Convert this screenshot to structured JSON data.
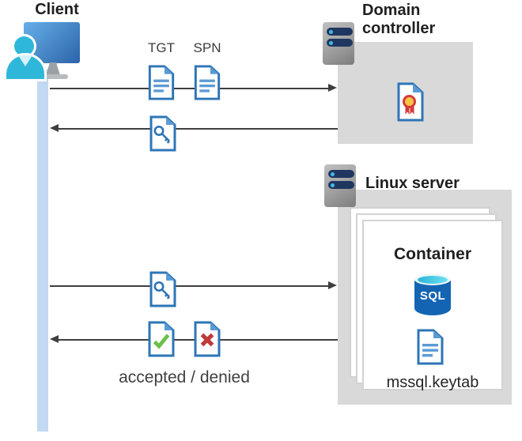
{
  "client": {
    "label": "Client"
  },
  "domain_controller": {
    "label": "Domain controller"
  },
  "linux_server": {
    "label": "Linux server"
  },
  "container": {
    "label": "Container",
    "sql_badge": "SQL",
    "keytab_file": "mssql.keytab"
  },
  "flow_labels": {
    "tgt": "TGT",
    "spn": "SPN",
    "accepted_denied": "accepted / denied"
  },
  "colors": {
    "doc_blue": "#2e75b6",
    "doc_fold": "#5b9bd5",
    "accent_green": "#6cbf4b",
    "accent_red": "#bf3a3a",
    "sql_blue": "#1464b4",
    "sql_cyan": "#2ab5d8",
    "box_gray": "#d9d9d9",
    "arrow_gray": "#3f3f3f",
    "lifeline_blue": "#c3d9f3",
    "server_navy": "#1f3760",
    "server_dot": "#45b8e8",
    "monitor_blue_light": "#66b0e8",
    "monitor_blue_dark": "#2c63a9",
    "person_cyan": "#2fb7da",
    "cert_yellow": "#f6c445",
    "cert_red": "#d53a3c"
  }
}
